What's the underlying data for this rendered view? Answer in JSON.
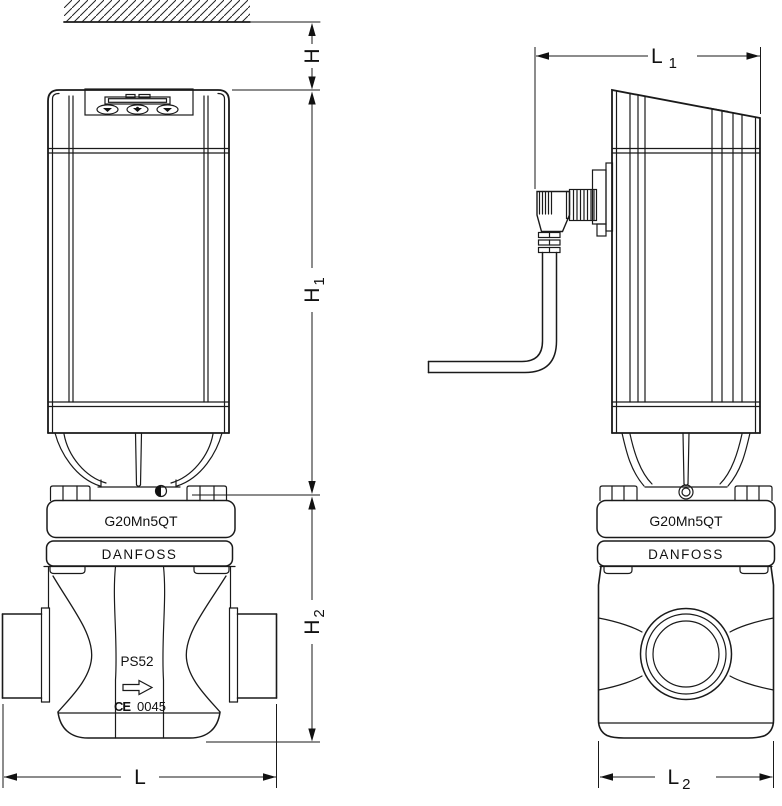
{
  "front_view": {
    "bonnet_material_label": "G20Mn5QT",
    "brand_label": "DANFOSS",
    "pressure_rating_label": "PS52",
    "ce_mark_label": "CE",
    "notified_body_number": "0045"
  },
  "side_view": {
    "bonnet_material_label": "G20Mn5QT",
    "brand_label": "DANFOSS"
  },
  "dimension_labels": {
    "height_clearance": "H",
    "height_actuator_base": "H",
    "height_actuator_sub": "1",
    "height_valve_base": "H",
    "height_valve_sub": "2",
    "length_valve": "L",
    "length_actuator_base": "L",
    "length_actuator_sub": "1",
    "width_valve_base": "L",
    "width_valve_sub": "2"
  }
}
